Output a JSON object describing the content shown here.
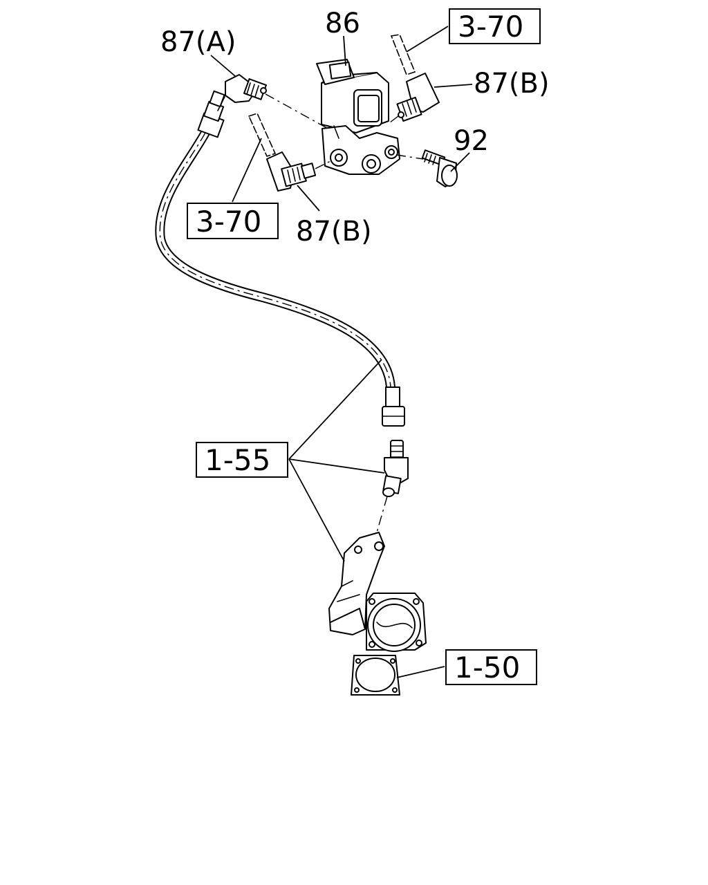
{
  "callouts": {
    "c86": "86",
    "c87a": "87(A)",
    "c87b_right": "87(B)",
    "c87b_bottom": "87(B)",
    "c92": "92"
  },
  "references": {
    "r370_top": "3-70",
    "r370_left": "3-70",
    "r155": "1-55",
    "r150": "1-50"
  }
}
